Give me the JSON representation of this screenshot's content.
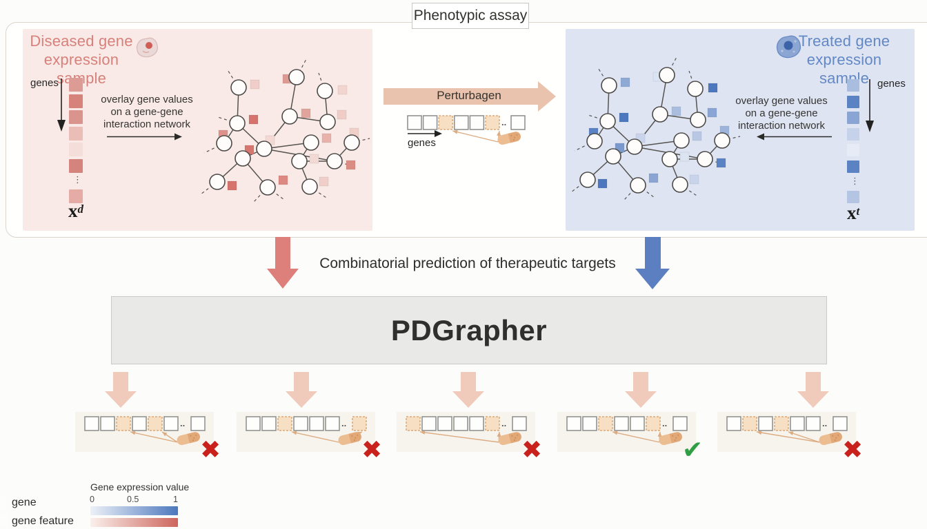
{
  "phenotypic_assay": {
    "title": "Phenotypic assay"
  },
  "diseased": {
    "title_line1": "Diseased gene",
    "title_line2": "expression sample",
    "genes_label": "genes",
    "overlay_lines": [
      "overlay gene values",
      "on a gene-gene",
      "interaction network"
    ],
    "vector_symbol": "x",
    "vector_superscript": "d",
    "ellipsis": "⋮",
    "vector_colors": [
      "#dc9b94",
      "#d6837c",
      "#d9948d",
      "#eabdb7",
      "#f4ded9",
      "#d5837d",
      "#e5aca6"
    ],
    "network_square_colors": [
      "#f0cdc8",
      "#dd9a92",
      "#f2d5d0",
      "#e0a49c",
      "#f0ccc6",
      "#d5736c",
      "#dd938c",
      "#f3d8d3",
      "#e8b1aa",
      "#d6766f",
      "#f1cfc9",
      "#f3d9d3",
      "#db8d85",
      "#d5736c",
      "#dc8982",
      "#f0ceca"
    ]
  },
  "treated": {
    "title_line1": "Treated gene",
    "title_line2": "expression sample",
    "genes_label": "genes",
    "overlay_lines": [
      "overlay gene values",
      "on a gene-gene",
      "interaction network"
    ],
    "vector_symbol": "x",
    "vector_superscript": "t",
    "ellipsis": "⋮",
    "vector_colors": [
      "#a9bedf",
      "#5b83c4",
      "#8aa5d3",
      "#c6d2e9",
      "#e6ebf5",
      "#5b83c4",
      "#b4c5e3"
    ],
    "network_square_colors": [
      "#8ea9d4",
      "#dbe4f2",
      "#4d78bd",
      "#a9bedf",
      "#8aa5d3",
      "#4d78bd",
      "#5b83c4",
      "#c9d4ea",
      "#b8c8e4",
      "#7b99cc",
      "#9db4da",
      "#dce4f2",
      "#5b83c4",
      "#4d78bd",
      "#8aa5d3",
      "#c9d4ea"
    ]
  },
  "perturbagen": {
    "label": "Perturbagen",
    "genes_label": "genes",
    "dots": "..",
    "cells": [
      0,
      0,
      1,
      0,
      0,
      1
    ],
    "last_cell": 0
  },
  "prediction": {
    "text": "Combinatorial prediction of therapeutic targets"
  },
  "pdgrapher": {
    "label": "PDGrapher"
  },
  "outputs": [
    {
      "cells": [
        0,
        0,
        1,
        0,
        1,
        0
      ],
      "last_cell": 0,
      "dots": "..",
      "result": "cross"
    },
    {
      "cells": [
        0,
        0,
        1,
        0,
        0,
        0
      ],
      "last_cell": 1,
      "dots": "..",
      "result": "cross"
    },
    {
      "cells": [
        1,
        0,
        0,
        0,
        0,
        1
      ],
      "last_cell": 0,
      "dots": "..",
      "result": "cross"
    },
    {
      "cells": [
        0,
        0,
        1,
        0,
        0,
        1
      ],
      "last_cell": 0,
      "dots": "..",
      "result": "check"
    },
    {
      "cells": [
        0,
        1,
        0,
        1,
        0,
        0
      ],
      "last_cell": 0,
      "dots": "..",
      "result": "cross"
    }
  ],
  "marks": {
    "cross": {
      "glyph": "✖",
      "color": "#c9221c"
    },
    "check": {
      "glyph": "✔",
      "color": "#2f9e44"
    }
  },
  "legend": {
    "gene_label": "gene",
    "gene_feature_label": "gene feature",
    "colorbar_title": "Gene expression value",
    "ticks": [
      "0",
      "0.5",
      "1"
    ],
    "blue_gradient": [
      "#edf1f8",
      "#4d78bd"
    ],
    "red_gradient": [
      "#faf0ec",
      "#cd655c"
    ]
  },
  "colors": {
    "diseased_accent": "#d8807a",
    "treated_accent": "#6288c5",
    "perturbagen_arrow": "#e9c3ad",
    "output_arrow": "#f0cabb",
    "red_arrow": "#dd807c",
    "blue_arrow": "#5b7fc0",
    "filled_cell": "#f6dfc2",
    "filled_cell_border": "#d9a878",
    "pill_light": "#edbd92",
    "pill_dark": "#e2a878",
    "connector": "#dcab81"
  }
}
